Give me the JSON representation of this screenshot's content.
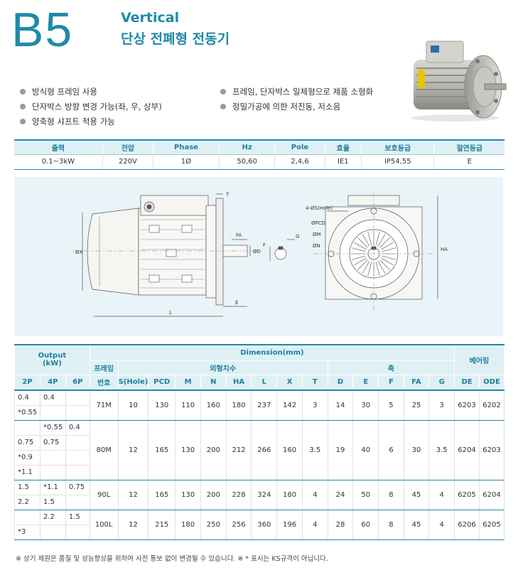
{
  "header": {
    "model_code": "B5",
    "title_en": "Vertical",
    "title_ko": "단상 전폐형 전동기"
  },
  "features": {
    "left": [
      "방식형 프레임 사용",
      "단자박스 방향 변경 가능(좌, 우, 상부)",
      "양축형 샤프트 적용 가능"
    ],
    "right": [
      "프레임, 단자박스 일체형으로 제품 소형화",
      "정밀가공에 의한 저진동, 저소음"
    ]
  },
  "spec_table": {
    "headers": [
      "출력",
      "전압",
      "Phase",
      "Hz",
      "Pole",
      "효율",
      "보호등급",
      "절연등급"
    ],
    "row": [
      "0.1~3kW",
      "220V",
      "1Ø",
      "50,60",
      "2,4,6",
      "IE1",
      "IP54,55",
      "E"
    ]
  },
  "drawing": {
    "labels": {
      "T": "T",
      "FA": "FA",
      "G": "G",
      "F": "F",
      "D": "ØD",
      "X": "ØX",
      "L": "L",
      "E": "E",
      "HA": "HA",
      "holes": "4-ØS(Hole)",
      "pcd": "ØPCD",
      "M": "ØM",
      "N": "ØN"
    }
  },
  "dim_table": {
    "output_header": "Output\n(kW)",
    "dimension_header": "Dimension(mm)",
    "frame_header": "프레임",
    "outer_header": "외형치수",
    "shaft_header": "축",
    "bearing_header": "베어링",
    "columns": [
      "2P",
      "4P",
      "6P",
      "번호",
      "S(Hole)",
      "PCD",
      "M",
      "N",
      "HA",
      "L",
      "X",
      "T",
      "D",
      "E",
      "F",
      "FA",
      "G",
      "DE",
      "ODE"
    ],
    "groups": [
      {
        "outputs": [
          [
            "0.4",
            "0.4",
            ""
          ],
          [
            "*0.55",
            "",
            ""
          ]
        ],
        "dims": [
          "71M",
          "10",
          "130",
          "110",
          "160",
          "180",
          "237",
          "142",
          "3",
          "14",
          "30",
          "5",
          "25",
          "3",
          "6203",
          "6202"
        ]
      },
      {
        "outputs": [
          [
            "",
            "*0.55",
            "0.4"
          ],
          [
            "0.75",
            "0.75",
            ""
          ],
          [
            "*0.9",
            "",
            ""
          ],
          [
            "*1.1",
            "",
            ""
          ]
        ],
        "dims": [
          "80M",
          "12",
          "165",
          "130",
          "200",
          "212",
          "266",
          "160",
          "3.5",
          "19",
          "40",
          "6",
          "30",
          "3.5",
          "6204",
          "6203"
        ]
      },
      {
        "outputs": [
          [
            "1.5",
            "*1.1",
            "0.75"
          ],
          [
            "2.2",
            "1.5",
            ""
          ]
        ],
        "dims": [
          "90L",
          "12",
          "165",
          "130",
          "200",
          "228",
          "324",
          "180",
          "4",
          "24",
          "50",
          "8",
          "45",
          "4",
          "6205",
          "6204"
        ]
      },
      {
        "outputs": [
          [
            "",
            "2.2",
            "1.5"
          ],
          [
            "*3",
            "",
            ""
          ]
        ],
        "dims": [
          "100L",
          "12",
          "215",
          "180",
          "250",
          "256",
          "360",
          "196",
          "4",
          "28",
          "60",
          "8",
          "45",
          "4",
          "6206",
          "6205"
        ]
      }
    ]
  },
  "footnote": "※ 상기 제원은 품질 및 성능향상을 위하여 사전 통보 없이 변경될 수 있습니다.    ※ * 표시는 KS규격이 아닙니다.",
  "colors": {
    "accent": "#2189a8",
    "header_bg": "#dff0f5",
    "drawing_bg": "#e9f4f9"
  }
}
